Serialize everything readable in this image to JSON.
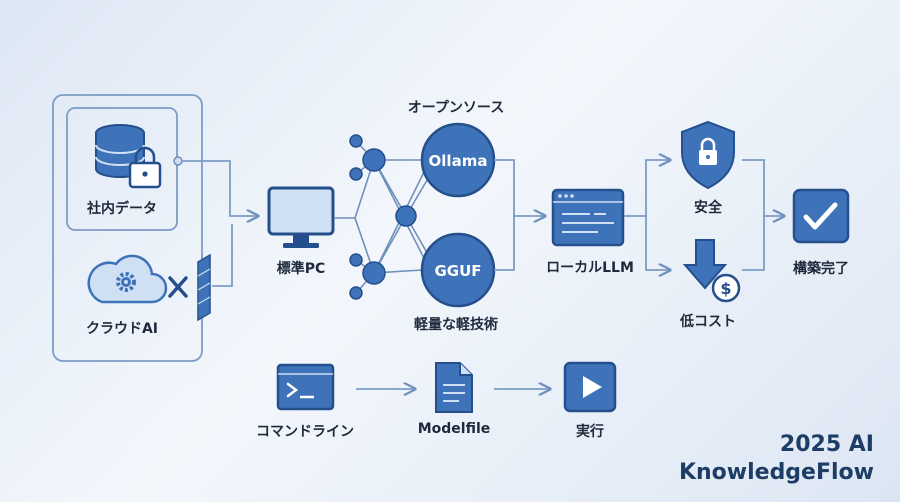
{
  "labels": {
    "internal_data": "社内データ",
    "cloud_ai": "クラウドAI",
    "standard_pc": "標準PC",
    "open_source": "オープンソース",
    "ollama": "Ollama",
    "gguf": "GGUF",
    "lightweight": "軽量な軽技術",
    "local_llm": "ローカルLLM",
    "secure": "安全",
    "low_cost": "低コスト",
    "completed": "構築完了",
    "command_line": "コマンドライン",
    "modelfile": "Modelfile",
    "execute": "実行"
  },
  "brand": {
    "line1": "2025 AI",
    "line2": "KnowledgeFlow"
  },
  "colors": {
    "primary": "#3f73b9",
    "dark": "#244f8c",
    "light": "#cfe0f5",
    "line": "#7d9cc6"
  },
  "icons": [
    "database-lock-icon",
    "cloud-gear-icon",
    "blocked-x-icon",
    "firewall-icon",
    "monitor-icon",
    "network-graph-icon",
    "browser-window-icon",
    "shield-lock-icon",
    "down-arrow-coin-icon",
    "checkmark-icon",
    "terminal-icon",
    "document-icon",
    "play-icon"
  ]
}
